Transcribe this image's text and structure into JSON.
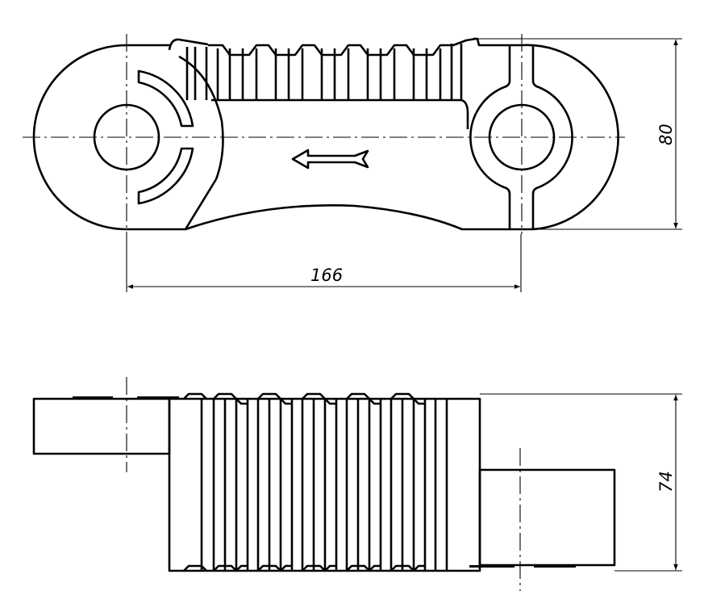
{
  "drawing": {
    "top_view": {
      "dimension_length": {
        "label": "166",
        "value": 166
      },
      "dimension_width": {
        "label": "80",
        "value": 80
      },
      "direction_arrow": "left-arrow-icon"
    },
    "side_view": {
      "dimension_height": {
        "label": "74",
        "value": 74
      }
    },
    "ink_color": "#000000",
    "background_color": "#ffffff"
  }
}
